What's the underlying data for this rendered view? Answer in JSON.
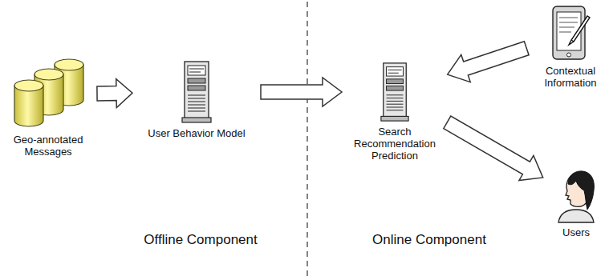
{
  "diagram": {
    "nodes": [
      {
        "text": [
          "Geo-annotated Messages"
        ]
      },
      {
        "text": [
          "User Behavior Model"
        ]
      },
      {
        "text": [
          "Search Recommendation Prediction"
        ]
      },
      {
        "text": [
          "Contextual Information"
        ]
      },
      {
        "text": [
          "Users"
        ]
      }
    ],
    "edges": [
      {
        "from": 0,
        "to": 1,
        "arrow": "to"
      },
      {
        "from": 1,
        "to": 2,
        "arrow": "to"
      },
      {
        "from": 3,
        "to": 2,
        "arrow": "to"
      },
      {
        "from": 2,
        "to": 4,
        "arrow": "to"
      }
    ],
    "labels": [
      "Offline Component",
      "Online Component"
    ]
  }
}
